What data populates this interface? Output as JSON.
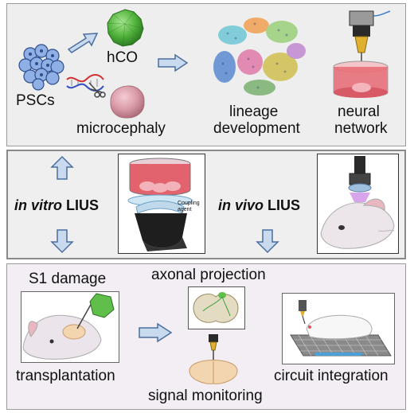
{
  "top_panel": {
    "pscs": "PSCs",
    "hco": "hCO",
    "microcephaly": "microcephaly",
    "lineage": "lineage",
    "development": "development",
    "neural": "neural",
    "network": "network"
  },
  "middle_panel": {
    "in_vitro_italic": "in vitro",
    "in_vivo_italic": "in vivo",
    "lius": "LIUS",
    "coupling_agent": "Coupling agent"
  },
  "bottom_panel": {
    "s1_damage": "S1 damage",
    "axonal_projection": "axonal projection",
    "transplantation": "transplantation",
    "signal_monitoring": "signal monitoring",
    "circuit_integration": "circuit integration"
  },
  "colors": {
    "arrow_fill": "#c9d9ee",
    "arrow_stroke": "#4a6f9e",
    "organoid_green": "#5fbf4a",
    "microcephaly_pink": "#d99aa6",
    "psc_blue": "#7fa0d8",
    "dish_red": "#e8707a"
  }
}
